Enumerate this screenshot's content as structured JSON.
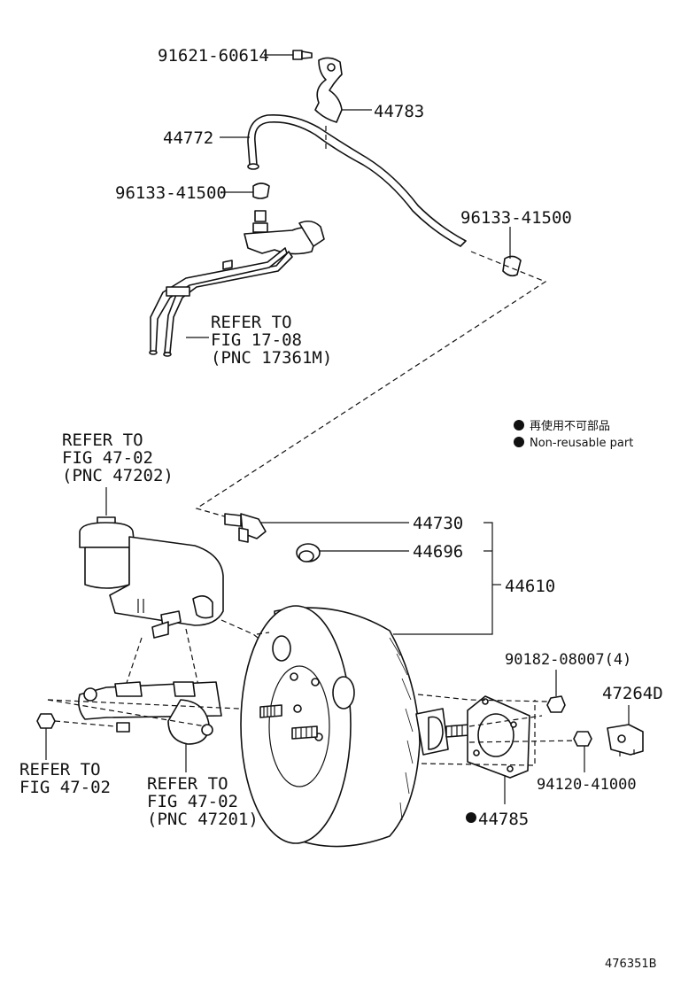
{
  "labels": {
    "p91621": "91621-60614",
    "p44783": "44783",
    "p44772": "44772",
    "p96133_left": "96133-41500",
    "p96133_right": "96133-41500",
    "refer_17_08": [
      "REFER TO",
      "FIG 17-08",
      "(PNC 17361M)"
    ],
    "refer_47202": [
      "REFER TO",
      "FIG 47-02",
      "(PNC 47202)"
    ],
    "p44730": "44730",
    "p44696": "44696",
    "p44610": "44610",
    "p90182": "90182-08007(4)",
    "p47264D": "47264D",
    "p94120": "94120-41000",
    "p44785": "44785",
    "refer_47_02": [
      "REFER TO",
      "FIG 47-02"
    ],
    "refer_47201": [
      "REFER TO",
      "FIG 47-02",
      "(PNC 47201)"
    ]
  },
  "legend": {
    "line1": "再使用不可部品",
    "line2": "Non-reusable part"
  },
  "figure_id": "476351B",
  "colors": {
    "ink": "#111111",
    "background": "#ffffff"
  }
}
